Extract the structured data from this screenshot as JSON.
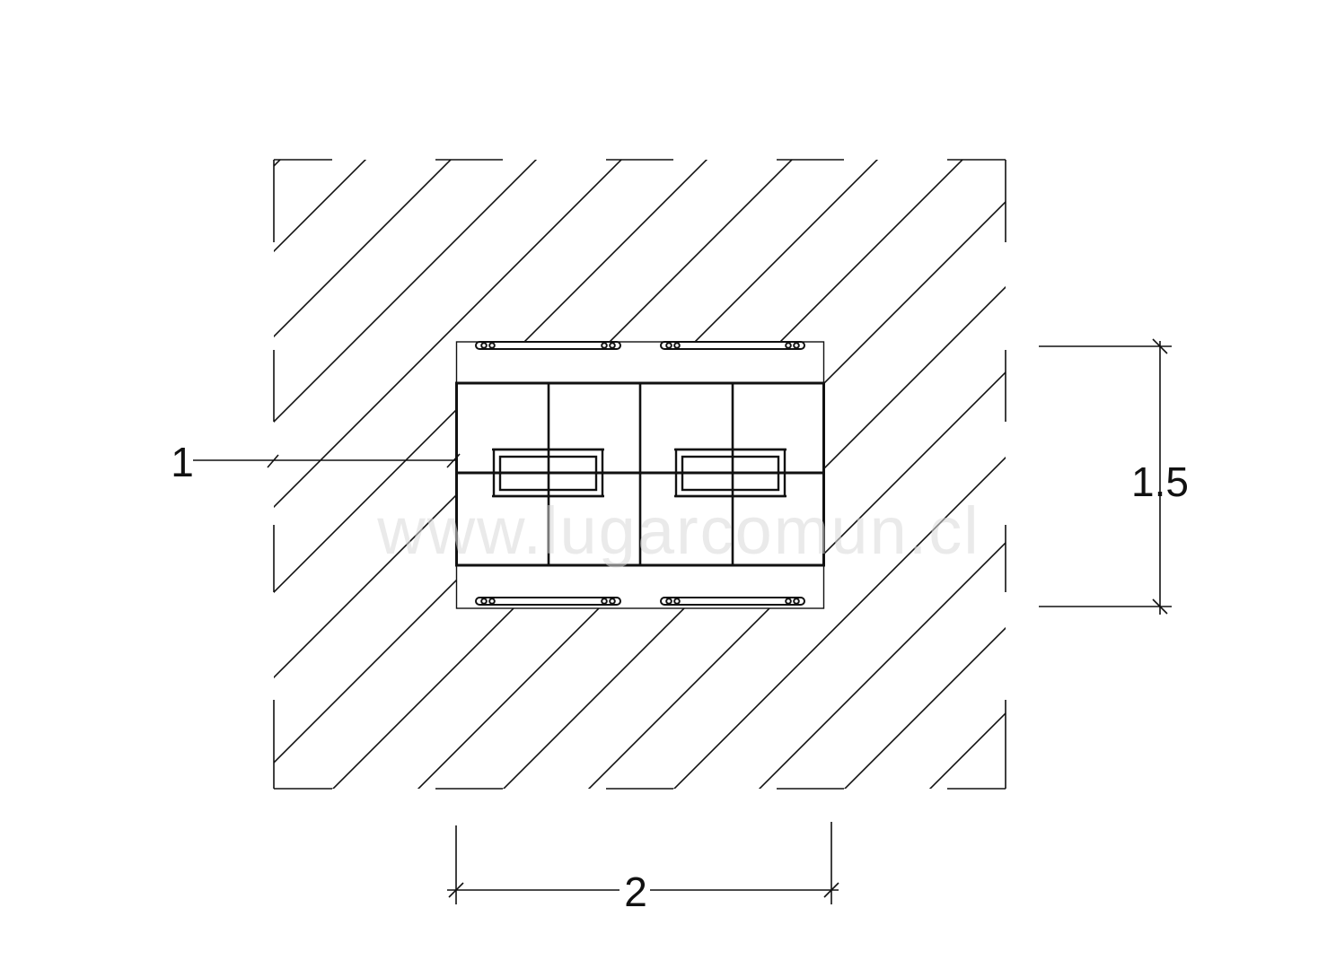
{
  "drawing": {
    "label_item": "1",
    "dimension_height": "1.5",
    "dimension_width": "2",
    "watermark": "www.lugarcomun.cl"
  },
  "colors": {
    "line": "#111111",
    "background": "#ffffff",
    "watermark": "#d9d9d9"
  }
}
